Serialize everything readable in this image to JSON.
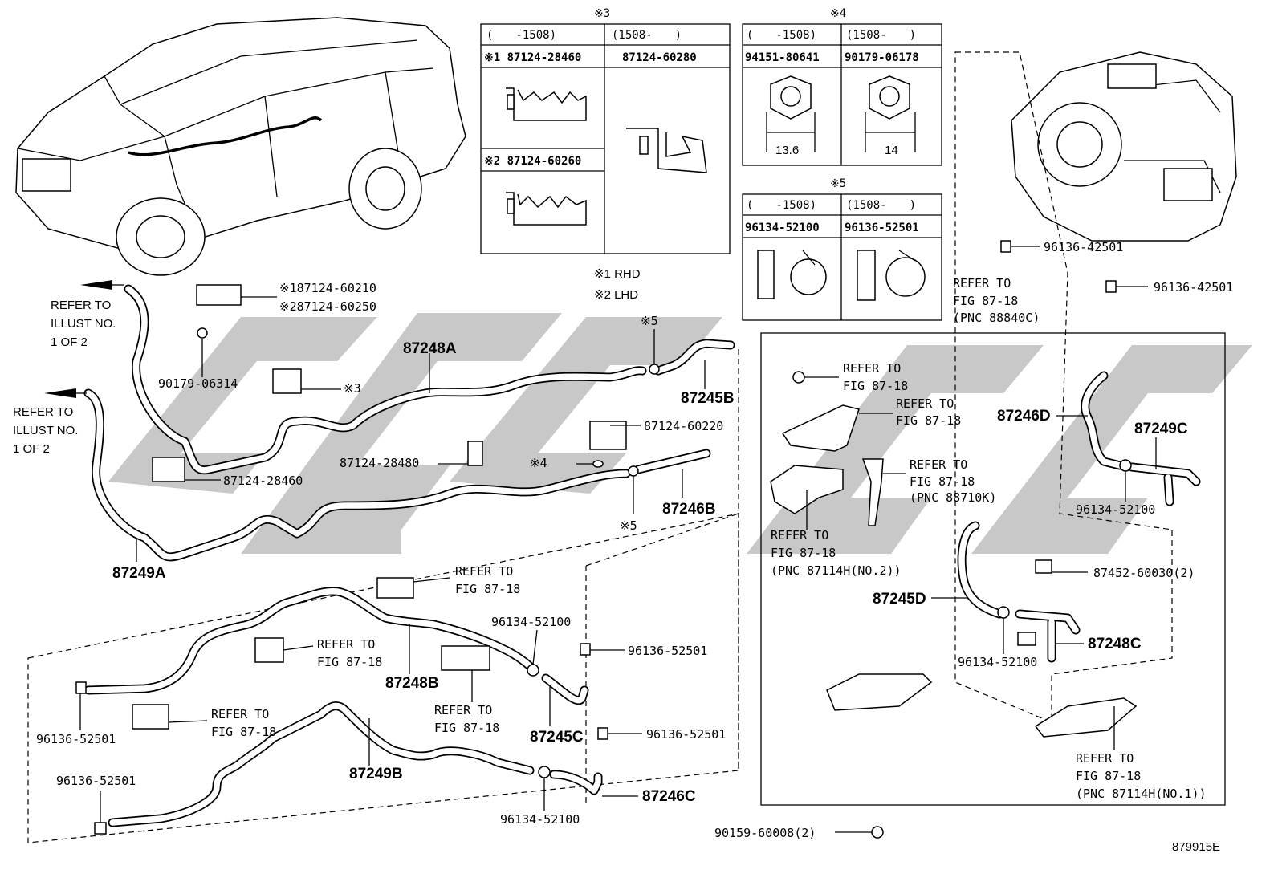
{
  "vehicle_illustration": "suv-side-view",
  "tables": {
    "t3": {
      "mark": "※3",
      "col_headers": [
        "(　　-1508)",
        "(1508-　　)"
      ],
      "row1": {
        "left": "※1 87124-28460",
        "right": "87124-60280"
      },
      "row2": {
        "left": "※2 87124-60260"
      }
    },
    "t4": {
      "mark": "※4",
      "col_headers": [
        "(　　-1508)",
        "(1508-　　)"
      ],
      "parts": [
        "94151-80641",
        "90179-06178"
      ],
      "dims": [
        "13.6",
        "14"
      ]
    },
    "t5": {
      "mark": "※5",
      "col_headers": [
        "(　　-1508)",
        "(1508-　　)"
      ],
      "parts": [
        "96134-52100",
        "96136-52501"
      ]
    }
  },
  "notes": {
    "rhd": "※1 RHD",
    "lhd": "※2 LHD"
  },
  "callouts": {
    "refer_illust_1": [
      "REFER TO",
      "ILLUST NO.",
      "1 OF 2"
    ],
    "refer_illust_2": [
      "REFER TO",
      "ILLUST NO.",
      "1 OF 2"
    ],
    "clip_top_1": "※187124-60210",
    "clip_top_2": "※287124-60250",
    "p90179": "90179-06314",
    "mark3": "※3",
    "p87124_28460": "87124-28460",
    "p87248A": "87248A",
    "p87124_28480": "87124-28480",
    "mark5a": "※5",
    "p87245B": "87245B",
    "p87124_60220": "87124-60220",
    "mark4": "※4",
    "mark5b": "※5",
    "p87246B": "87246B",
    "p87249A": "87249A",
    "refer_87_18_a": [
      "REFER TO",
      "FIG 87-18"
    ],
    "refer_87_18_b": [
      "REFER TO",
      "FIG 87-18"
    ],
    "refer_87_18_c": [
      "REFER TO",
      "FIG 87-18"
    ],
    "refer_87_18_d": [
      "REFER TO",
      "FIG 87-18"
    ],
    "p87248B": "87248B",
    "p96134_52100_a": "96134-52100",
    "p96136_52501_a": "96136-52501",
    "p87245C": "87245C",
    "p96136_52501_b": "96136-52501",
    "p96136_52501_c": "96136-52501",
    "p96136_52501_d": "96136-52501",
    "p87249B": "87249B",
    "p96134_52100_b": "96134-52100",
    "p87246C": "87246C",
    "p90159": "90159-60008(2)",
    "p96136_42501_a": "96136-42501",
    "p96136_42501_b": "96136-42501",
    "refer_88840c": [
      "REFER TO",
      "FIG 87-18",
      "(PNC 88840C)"
    ],
    "refer_box_1": [
      "REFER TO",
      "FIG 87-18"
    ],
    "refer_box_2": [
      "REFER TO",
      "FIG 87-18"
    ],
    "refer_88710k": [
      "REFER TO",
      "FIG 87-18",
      "(PNC 88710K)"
    ],
    "refer_87114h2": [
      "REFER TO",
      "FIG 87-18",
      "(PNC 87114H(NO.2))"
    ],
    "p87246D": "87246D",
    "p87249C": "87249C",
    "p96134_52100_c": "96134-52100",
    "p87452": "87452-60030(2)",
    "p87245D": "87245D",
    "p96134_52100_d": "96134-52100",
    "p87248C": "87248C",
    "refer_87114h1": [
      "REFER TO",
      "FIG 87-18",
      "(PNC 87114H(NO.1))"
    ],
    "diagram_id": "879915E"
  }
}
